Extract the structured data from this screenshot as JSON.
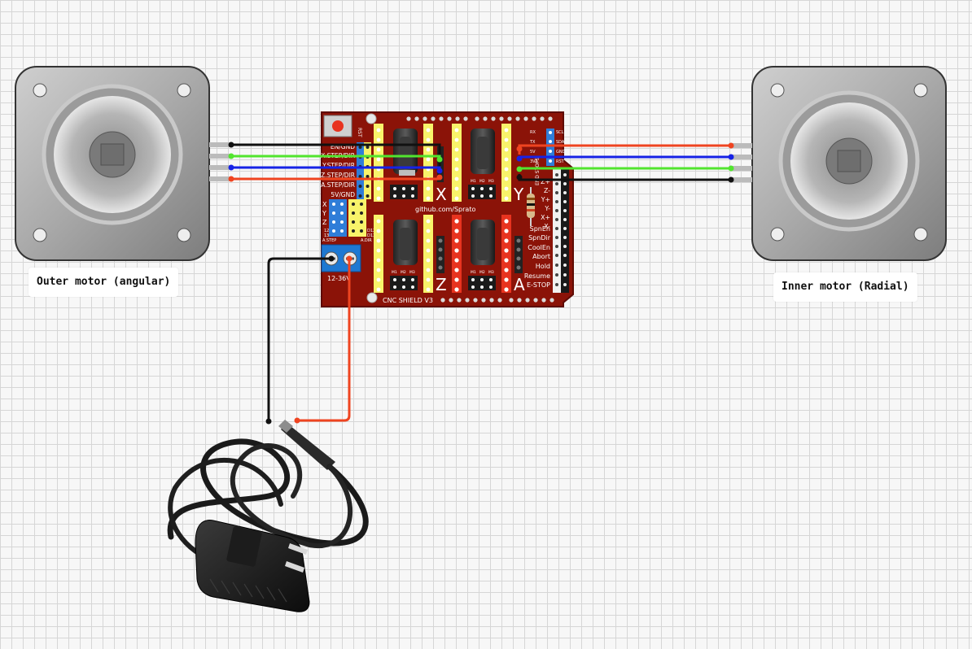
{
  "labels": {
    "outer_motor": "Outer motor (angular)",
    "inner_motor": "Inner motor (Radial)"
  },
  "board": {
    "reset_label": "RST",
    "left_header_pins": [
      "EN/GND",
      "X.STEP/DIR",
      "Y.STEP/DIR",
      "Z.STEP/DIR",
      "A.STEP/DIR",
      "5V/GND"
    ],
    "jumper_axes": [
      "X",
      "Y",
      "Z"
    ],
    "jumper_bottom_left": "A.STEP",
    "jumper_bottom_right": "A.DIR",
    "jumper_d12": "D12",
    "jumper_d13": "D13",
    "jumper_left_12": "12",
    "jumper_left_13": "13",
    "right_header_pins": [
      "RX",
      "TX",
      "5V",
      "3V3"
    ],
    "right_header_pins_2": [
      "SCL",
      "SDA",
      "GND",
      "RST"
    ],
    "end_stops": [
      "Z+",
      "Z-",
      "Y+",
      "Y-",
      "X+",
      "X-"
    ],
    "end_stop_label": "END STOPS",
    "io_labels": [
      "SpnEn",
      "SpnDir",
      "CoolEn",
      "Abort",
      "Hold",
      "Resume",
      "E-STOP"
    ],
    "axis_x": "X",
    "axis_y": "Y",
    "axis_z": "Z",
    "axis_a": "A",
    "microstep_labels": [
      "M1",
      "M2",
      "M3"
    ],
    "github": "github.com/Sprato",
    "name": "CNC SHIELD V3",
    "power_label": "12-36V"
  },
  "colors": {
    "board": "#8b1308",
    "board_edge": "#5e0b04",
    "wire_black": "#111111",
    "wire_green": "#52e52e",
    "wire_blue": "#1622e6",
    "wire_red": "#ef4420",
    "header_yellow": "#f8f36a",
    "terminal_blue": "#1e78d2"
  }
}
